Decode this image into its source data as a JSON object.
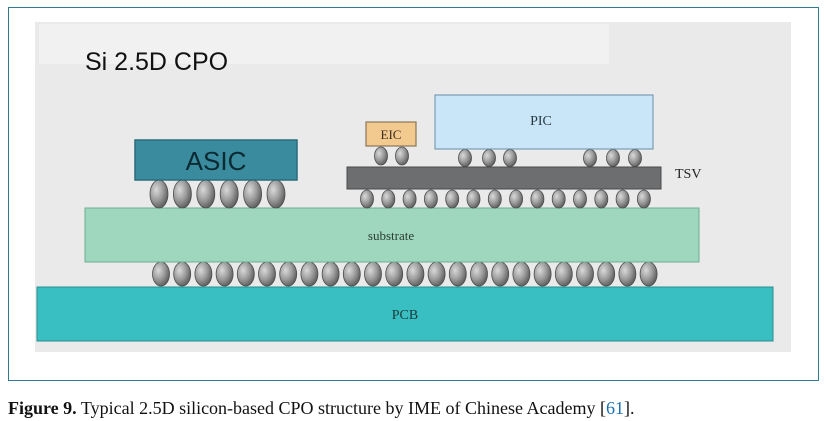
{
  "diagram": {
    "title": "Si 2.5D CPO",
    "labels": {
      "asic": "ASIC",
      "eic": "EIC",
      "pic": "PIC",
      "tsv": "TSV",
      "substrate": "substrate",
      "pcb": "PCB"
    },
    "colors": {
      "asic": "#3a8b9e",
      "eic": "#f2c98f",
      "pic": "#c8e6f7",
      "tsv": "#6d6e70",
      "substrate": "#9ed7bd",
      "pcb": "#39bfc1",
      "bump": "#8c8c8c",
      "background": "#e9e9e9"
    }
  },
  "caption": {
    "label": "Figure 9.",
    "text": " Typical 2.5D silicon-based CPO structure by IME of Chinese Academy [",
    "ref": "61",
    "end": "]."
  }
}
